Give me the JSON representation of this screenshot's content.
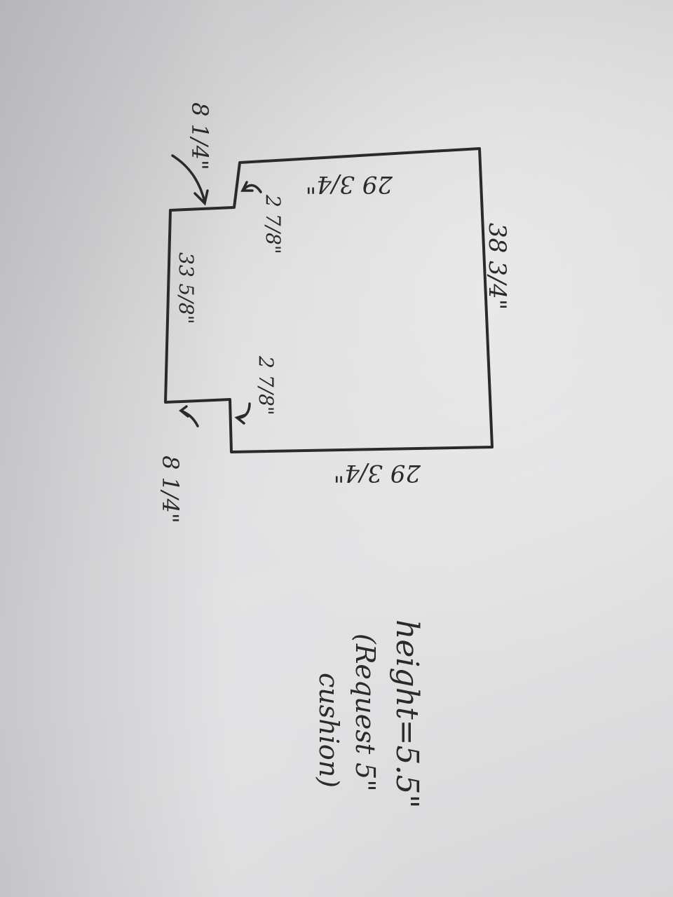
{
  "labels": {
    "top_width": "29 3/4\"",
    "bottom_width": "29 3/4\"",
    "right_length": "38 3/4\"",
    "left_length": "33 5/8\"",
    "notch_depth_top": "2 7/8\"",
    "notch_depth_bottom": "2 7/8\"",
    "notch_width_top": "8 1/4\"",
    "notch_width_bottom": "8 1/4\"",
    "height_line1": "height=5.5\"",
    "height_line2": "(Request 5\"",
    "height_line3": "cushion)"
  },
  "colors": {
    "ink": "#2a2a2a",
    "paper": "#e2e2e4"
  }
}
